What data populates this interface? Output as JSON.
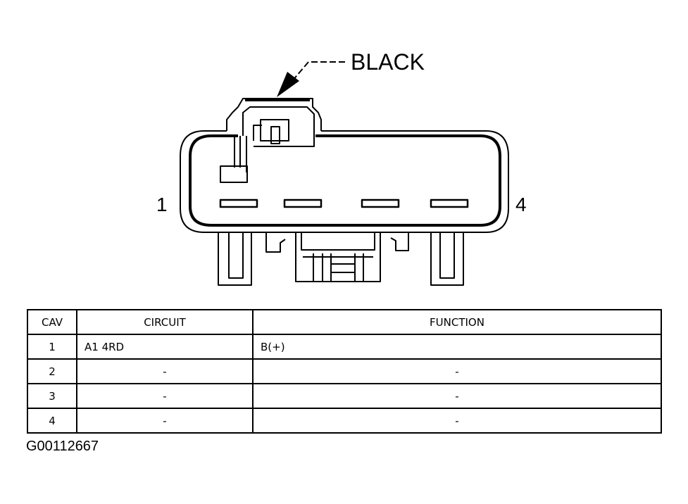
{
  "connector": {
    "color_label": "BLACK",
    "pin_left_label": "1",
    "pin_right_label": "4"
  },
  "table": {
    "headers": [
      "CAV",
      "CIRCUIT",
      "FUNCTION"
    ],
    "rows": [
      {
        "cav": "1",
        "circuit": "A1 4RD",
        "function": "B(+)"
      },
      {
        "cav": "2",
        "circuit": "-",
        "function": "-"
      },
      {
        "cav": "3",
        "circuit": "-",
        "function": "-"
      },
      {
        "cav": "4",
        "circuit": "-",
        "function": "-"
      }
    ]
  },
  "figure_id": "G00112667"
}
